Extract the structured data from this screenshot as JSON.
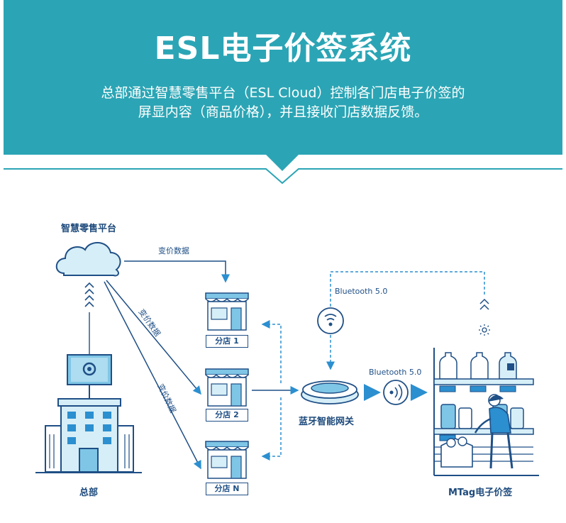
{
  "header": {
    "title": "ESL电子价签系统",
    "subtitle_line1": "总部通过智慧零售平台（ESL Cloud）控制各门店电子价签的",
    "subtitle_line2": "屏显内容（商品价格），并且接收门店数据反馈。"
  },
  "diagram": {
    "cloud_label": "智慧零售平台",
    "hq_label": "总部",
    "edge_label_top": "变价数据",
    "edge_label_diag1": "变价数据",
    "edge_label_diag2": "变价数据",
    "stores": [
      "分店 1",
      "分店 2",
      "分店 N"
    ],
    "gateway_label": "蓝牙智能网关",
    "bluetooth_top": "Bluetooth 5.0",
    "bluetooth_mid": "Bluetooth 5.0",
    "esl_label": "MTag电子价签"
  },
  "colors": {
    "banner": "#2ba5b5",
    "line_blue": "#1f4f86",
    "fill_light": "#d6eef7",
    "fill_mid": "#7fc6e6"
  }
}
